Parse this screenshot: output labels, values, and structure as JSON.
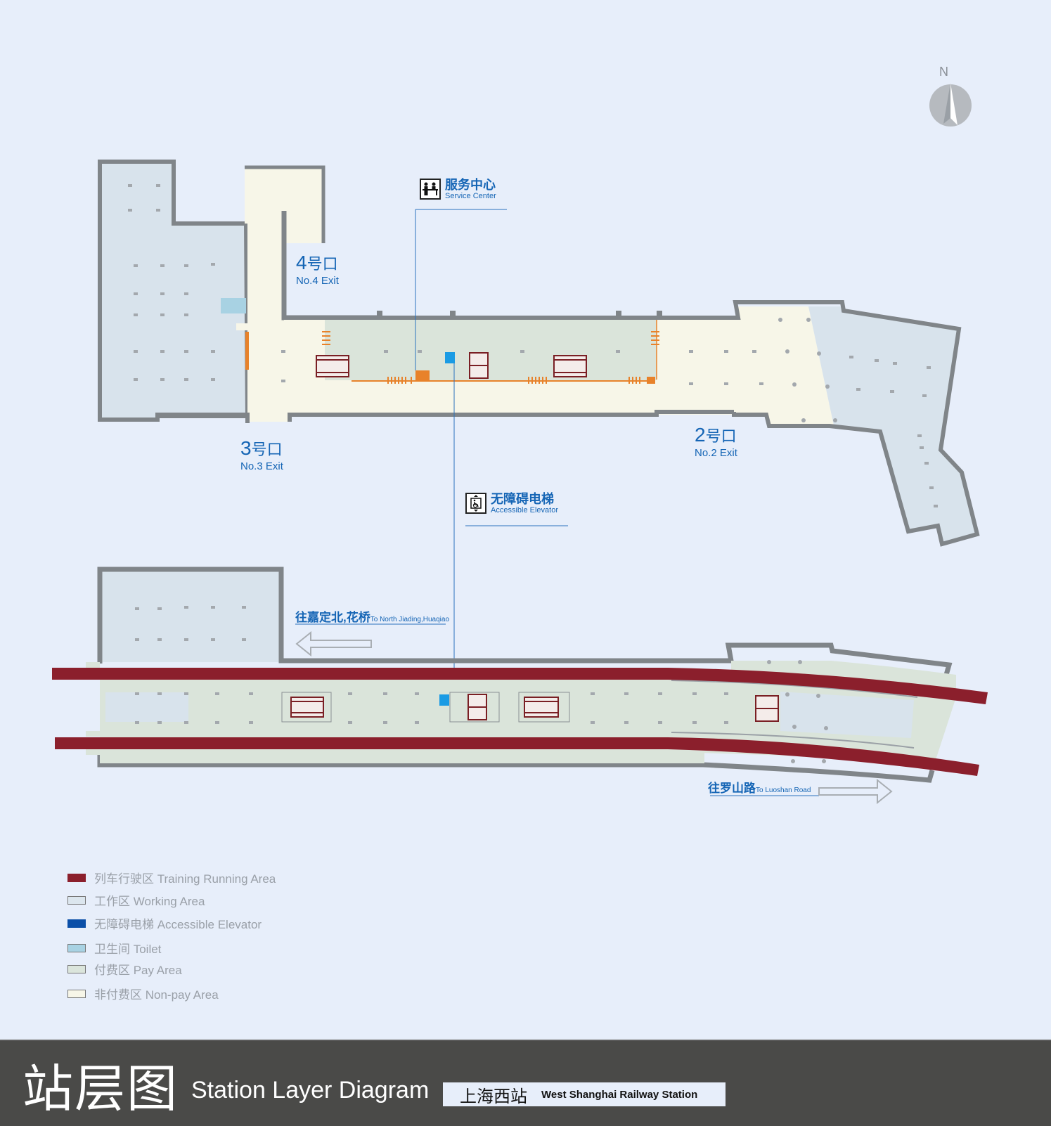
{
  "compass": {
    "label": "N"
  },
  "exits": [
    {
      "num": "4",
      "cn": "号口",
      "en": "No.4 Exit"
    },
    {
      "num": "3",
      "cn": "号口",
      "en": "No.3 Exit"
    },
    {
      "num": "2",
      "cn": "号口",
      "en": "No.2 Exit"
    }
  ],
  "callouts": {
    "service_center": {
      "cn": "服务中心",
      "en": "Service Center",
      "icon": "service-desk-icon"
    },
    "accessible_elevator": {
      "cn": "无障碍电梯",
      "en": "Accessible Elevator",
      "icon": "wheelchair-elevator-icon"
    }
  },
  "directions": {
    "west": {
      "cn": "往嘉定北,花桥",
      "en": "To North Jiading,Huaqiao"
    },
    "east": {
      "cn": "往罗山路",
      "en": "To Luoshan Road"
    }
  },
  "legend": [
    {
      "label": "列车行驶区 Training Running Area",
      "color": "#8b1f2c"
    },
    {
      "label": "工作区 Working Area",
      "color": "#dce6ee"
    },
    {
      "label": "无障碍电梯 Accessible Elevator",
      "color": "#0b4fa8"
    },
    {
      "label": "卫生间 Toilet",
      "color": "#a8d2e3"
    },
    {
      "label": "付费区 Pay Area",
      "color": "#dbe5dc"
    },
    {
      "label": "非付费区 Non-pay Area",
      "color": "#f7f6e8"
    }
  ],
  "colors": {
    "background": "#e7eefa",
    "wall": "#808589",
    "working_area": "#d8e3ec",
    "pay_area": "#dae4da",
    "nonpay_area": "#f7f6e8",
    "toilet": "#a8d2e3",
    "track": "#8b1f2c",
    "elevator": "#1a9be4",
    "gate": "#e8822a",
    "label_blue": "#1565b5",
    "footer": "#4a4a48"
  },
  "footer": {
    "title_cn": "站层图",
    "title_en": "Station Layer Diagram",
    "station_cn": "上海西站",
    "station_en": "West Shanghai Railway Station"
  }
}
